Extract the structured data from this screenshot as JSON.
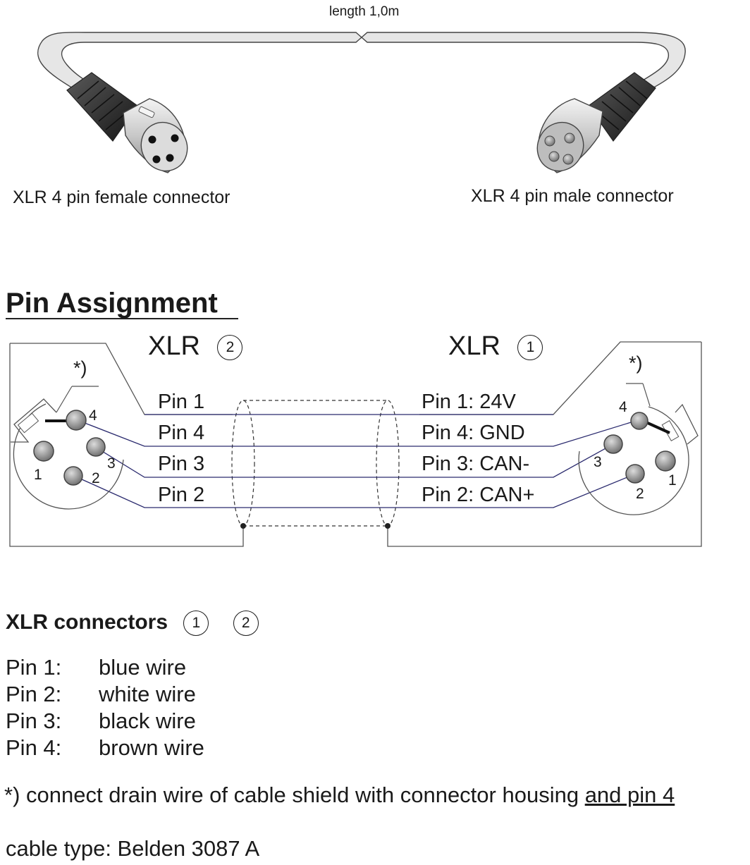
{
  "cable": {
    "length_label": "length 1,0m",
    "female_label": "XLR 4 pin female connector",
    "male_label": "XLR 4 pin male connector"
  },
  "pin_assignment": {
    "heading": "Pin Assignment",
    "left_connector": {
      "label": "XLR",
      "number": "2",
      "asterisk": "*)",
      "pin_numbers": [
        "1",
        "2",
        "3",
        "4"
      ],
      "lines": [
        "Pin 1",
        "Pin 4",
        "Pin 3",
        "Pin 2"
      ]
    },
    "right_connector": {
      "label": "XLR",
      "number": "1",
      "asterisk": "*)",
      "pin_numbers": [
        "1",
        "2",
        "3",
        "4"
      ],
      "lines": [
        "Pin 1: 24V",
        "Pin 4: GND",
        "Pin 3: CAN-",
        "Pin 2: CAN+"
      ]
    }
  },
  "xlr_connectors": {
    "heading": "XLR connectors",
    "circled": [
      "1",
      "2"
    ],
    "pins": [
      {
        "pin": "Pin 1:",
        "wire": "blue wire"
      },
      {
        "pin": "Pin 2:",
        "wire": "white wire"
      },
      {
        "pin": "Pin 3:",
        "wire": "black wire"
      },
      {
        "pin": "Pin 4:",
        "wire": "brown wire"
      }
    ]
  },
  "note": {
    "text": "*) connect drain wire of cable shield with connector housing ",
    "underlined": "and pin 4"
  },
  "cable_type": "cable type: Belden 3087 A",
  "colors": {
    "wire": "#2a2a6e",
    "cable": "#e6e6e6",
    "outline": "#444444",
    "connector_dark": "#2b2b2b"
  }
}
